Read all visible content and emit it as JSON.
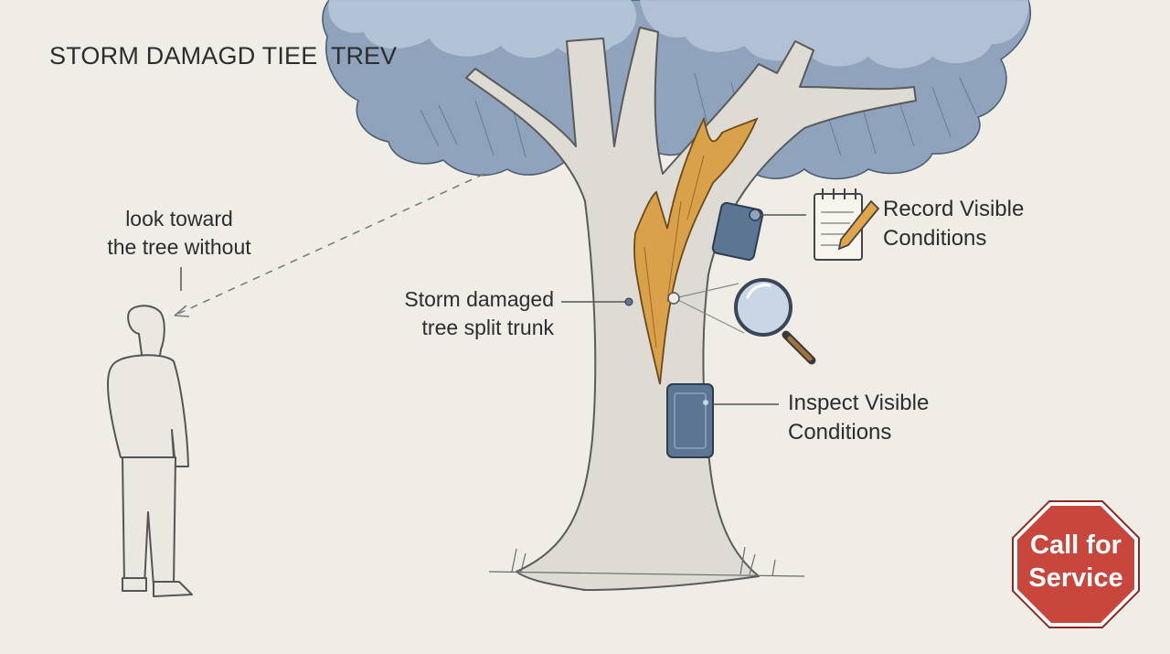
{
  "title": {
    "primary": "STORM DAMAGD TIEE",
    "secondary": "TREV"
  },
  "labels": {
    "viewer_note": "look toward\nthe tree without",
    "damage_note": "Storm damaged\ntree split trunk",
    "record_step": "Record Visible\nConditions",
    "inspect_step": "Inspect Visible\nConditions"
  },
  "action": {
    "label": "Call for\nService",
    "shape": "stop-sign-octagon",
    "color": "#c9463d"
  },
  "icons": [
    "notepad-pencil-icon",
    "magnifying-glass-icon",
    "sensor-box-icon",
    "person-icon"
  ],
  "colors": {
    "canopy": "#8fa3bd",
    "canopy_light": "#b7c6d8",
    "trunk": "#dedbd4",
    "split_wood": "#d9a24a",
    "device": "#5b7593",
    "background": "#efede6"
  }
}
